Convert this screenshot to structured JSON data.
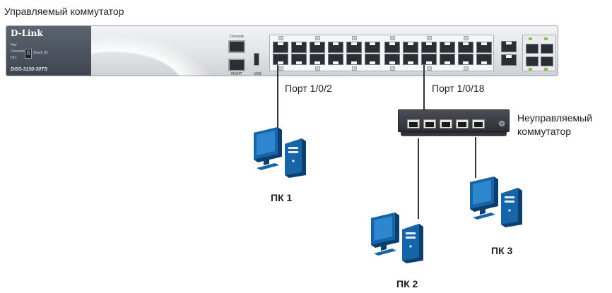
{
  "title": "Управляемый коммутатор",
  "managed_switch": {
    "brand": "D-Link",
    "model": "DGS-3130-30TS",
    "console_label": "Console",
    "mgmt_label": "MGMT",
    "usb_label": "USB",
    "stack_label": "Stack ID",
    "stack_digit": "8"
  },
  "ports": {
    "port_a": "Порт 1/0/2",
    "port_b": "Порт 1/0/18"
  },
  "unmanaged_switch": {
    "label_line1": "Неуправляемый",
    "label_line2": "коммутатор"
  },
  "pcs": {
    "pc1": "ПК 1",
    "pc2": "ПК 2",
    "pc3": "ПК 3"
  },
  "colors": {
    "cable": "#333333",
    "pc_body": "#1565a8",
    "pc_light": "#2e86cf",
    "pc_dark": "#0d3f6e"
  }
}
